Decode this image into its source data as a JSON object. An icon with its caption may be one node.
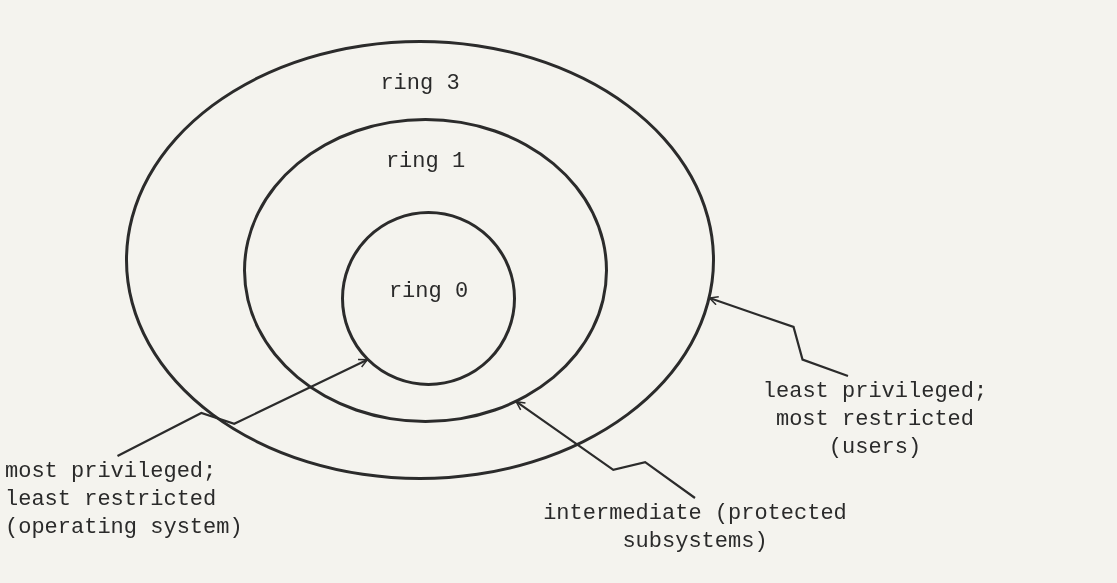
{
  "diagram": {
    "nodes": [
      {
        "text": [
          "ring 3"
        ]
      },
      {
        "text": [
          "ring 1"
        ],
        "in": 0
      },
      {
        "text": [
          "ring 0"
        ],
        "in": 1
      },
      {
        "text": [
          "most privileged; least restricted (operating system)"
        ]
      },
      {
        "text": [
          "intermediate (protected subsystems)"
        ]
      },
      {
        "text": [
          "least privileged; most restricted (users)"
        ]
      }
    ],
    "edges": [
      {
        "from": 3,
        "to": 2,
        "arrow": "to"
      },
      {
        "from": 4,
        "to": 1,
        "arrow": "to"
      },
      {
        "from": 5,
        "to": 0,
        "arrow": "to"
      }
    ]
  }
}
